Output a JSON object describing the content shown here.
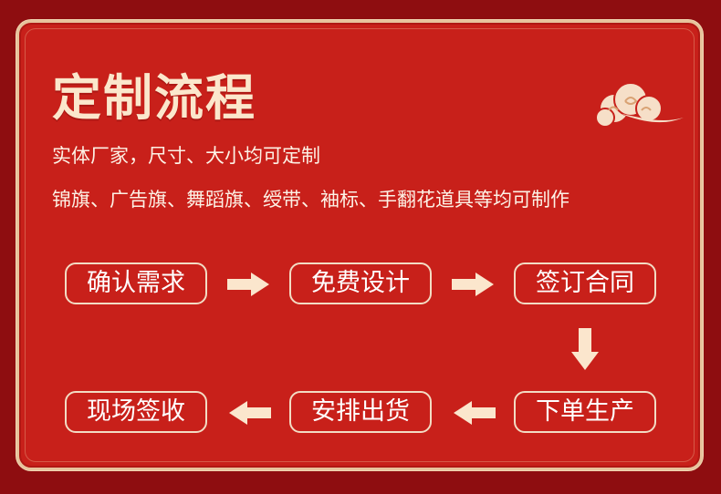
{
  "title": "定制流程",
  "subtitle1": "实体厂家，尺寸、大小均可定制",
  "subtitle2": "锦旗、广告旗、舞蹈旗、绶带、袖标、手翻花道具等均可制作",
  "steps": {
    "confirm": "确认需求",
    "design": "免费设计",
    "contract": "签订合同",
    "production": "下单生产",
    "shipping": "安排出货",
    "receipt": "现场签收"
  },
  "colors": {
    "background": "#c8201a",
    "outer": "#8e0d10",
    "accent": "#f3dcc4"
  },
  "icons": [
    "cloud-icon",
    "arrow-right-icon",
    "arrow-down-icon",
    "arrow-left-icon"
  ]
}
